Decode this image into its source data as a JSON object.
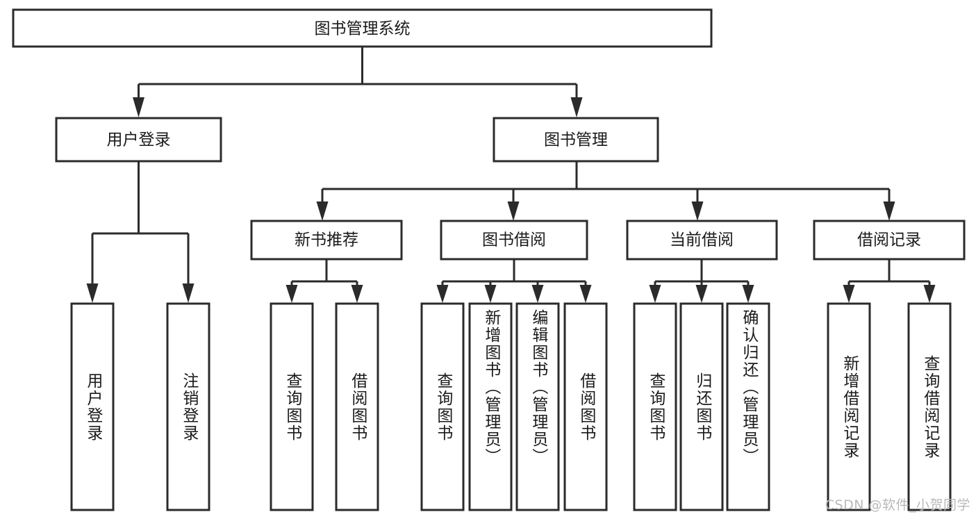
{
  "diagram": {
    "title": "图书管理系统",
    "type": "tree",
    "watermark": "CSDN @软件_小贺同学",
    "colors": {
      "background": "#ffffff",
      "stroke": "#2b2b2b",
      "node_fill": "#ffffff",
      "text": "#1a1a1a",
      "watermark": "#b9b9b9"
    },
    "root": {
      "id": "root",
      "label": "图书管理系统",
      "orientation": "horizontal"
    },
    "level2": [
      {
        "id": "user-login",
        "label": "用户登录",
        "orientation": "horizontal"
      },
      {
        "id": "book-management",
        "label": "图书管理",
        "orientation": "horizontal"
      }
    ],
    "level3": [
      {
        "id": "new-book-recommend",
        "label": "新书推荐",
        "parent": "book-management",
        "orientation": "horizontal"
      },
      {
        "id": "book-borrow",
        "label": "图书借阅",
        "parent": "book-management",
        "orientation": "horizontal"
      },
      {
        "id": "current-borrow",
        "label": "当前借阅",
        "parent": "book-management",
        "orientation": "horizontal"
      },
      {
        "id": "borrow-record",
        "label": "借阅记录",
        "parent": "book-management",
        "orientation": "horizontal"
      }
    ],
    "leaves": [
      {
        "id": "leaf-user-login",
        "label": "用户登录",
        "parent": "user-login",
        "orientation": "vertical"
      },
      {
        "id": "leaf-user-logout",
        "label": "注销登录",
        "parent": "user-login",
        "orientation": "vertical"
      },
      {
        "id": "leaf-query-book-rec",
        "label": "查询图书",
        "parent": "new-book-recommend",
        "orientation": "vertical"
      },
      {
        "id": "leaf-borrow-book-rec",
        "label": "借阅图书",
        "parent": "new-book-recommend",
        "orientation": "vertical"
      },
      {
        "id": "leaf-query-book-borrow",
        "label": "查询图书",
        "parent": "book-borrow",
        "orientation": "vertical"
      },
      {
        "id": "leaf-add-book",
        "label": "新增图书（管理员）",
        "parent": "book-borrow",
        "orientation": "vertical"
      },
      {
        "id": "leaf-edit-book",
        "label": "编辑图书（管理员）",
        "parent": "book-borrow",
        "orientation": "vertical"
      },
      {
        "id": "leaf-borrow-book",
        "label": "借阅图书",
        "parent": "book-borrow",
        "orientation": "vertical"
      },
      {
        "id": "leaf-query-book-current",
        "label": "查询图书",
        "parent": "current-borrow",
        "orientation": "vertical"
      },
      {
        "id": "leaf-return-book",
        "label": "归还图书",
        "parent": "current-borrow",
        "orientation": "vertical"
      },
      {
        "id": "leaf-confirm-return",
        "label": "确认归还（管理员）",
        "parent": "current-borrow",
        "orientation": "vertical"
      },
      {
        "id": "leaf-add-borrow-record",
        "label": "新增借阅记录",
        "parent": "borrow-record",
        "orientation": "vertical"
      },
      {
        "id": "leaf-query-borrow-record",
        "label": "查询借阅记录",
        "parent": "borrow-record",
        "orientation": "vertical"
      }
    ]
  }
}
